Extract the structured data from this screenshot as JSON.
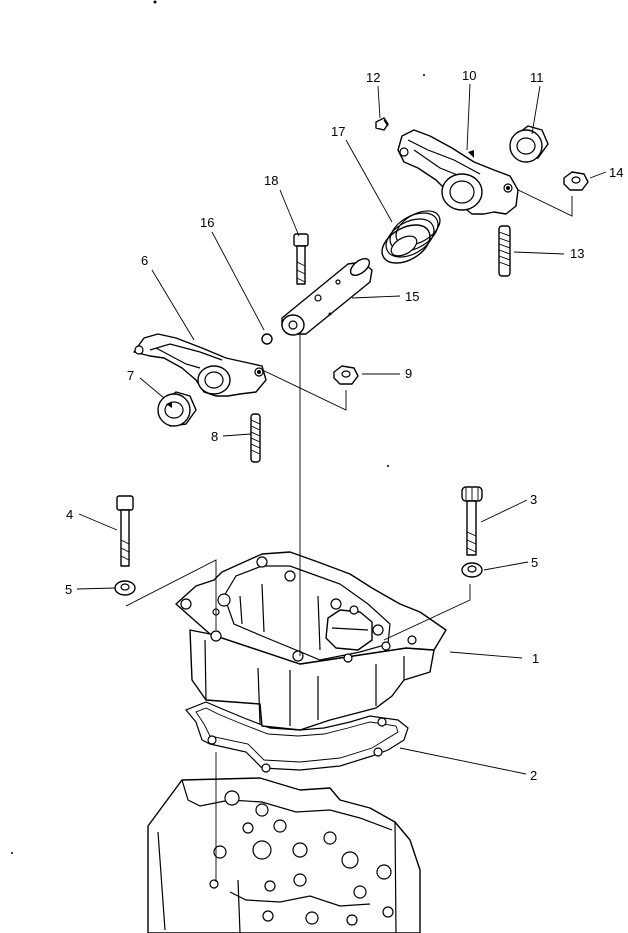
{
  "diagram": {
    "callouts": [
      {
        "id": "c1",
        "text": "1"
      },
      {
        "id": "c2",
        "text": "2"
      },
      {
        "id": "c3",
        "text": "3"
      },
      {
        "id": "c4",
        "text": "4"
      },
      {
        "id": "c5a",
        "text": "5"
      },
      {
        "id": "c5b",
        "text": "5"
      },
      {
        "id": "c6",
        "text": "6"
      },
      {
        "id": "c7",
        "text": "7"
      },
      {
        "id": "c8",
        "text": "8"
      },
      {
        "id": "c9",
        "text": "9"
      },
      {
        "id": "c10",
        "text": "10"
      },
      {
        "id": "c11",
        "text": "11"
      },
      {
        "id": "c12",
        "text": "12"
      },
      {
        "id": "c13",
        "text": "13"
      },
      {
        "id": "c14",
        "text": "14"
      },
      {
        "id": "c15",
        "text": "15"
      },
      {
        "id": "c16",
        "text": "16"
      },
      {
        "id": "c17",
        "text": "17"
      },
      {
        "id": "c18",
        "text": "18"
      }
    ]
  }
}
